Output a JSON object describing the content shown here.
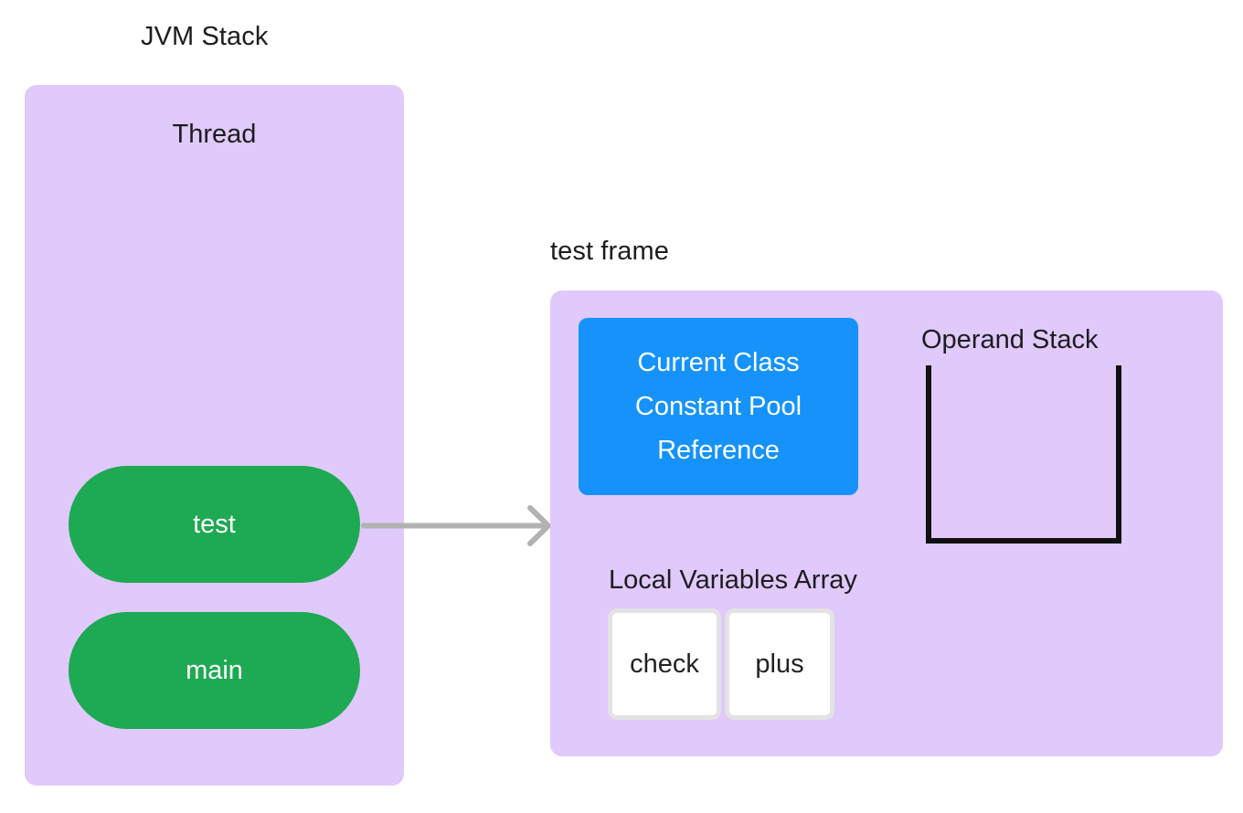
{
  "diagram": {
    "title": "JVM Stack",
    "background_color": "#ffffff"
  },
  "palette": {
    "panel_purple": "#E0C9FB",
    "frame_green": "#1EA953",
    "constant_pool_blue": "#1593FA",
    "arrow_gray": "#B2B2B2",
    "stack_black": "#1d1d1f",
    "slot_border_gray": "#E3E3E3",
    "text_dark": "#1d1d1f",
    "text_light": "#ffffff"
  },
  "thread_panel": {
    "label": "Thread",
    "frames": [
      {
        "name": "test"
      },
      {
        "name": "main"
      }
    ]
  },
  "arrow": {
    "icon": "arrow-right-icon",
    "from": "test",
    "to": "test frame"
  },
  "frame_panel": {
    "title": "test frame",
    "constant_pool": {
      "lines": [
        "Current Class",
        "Constant Pool",
        "Reference"
      ]
    },
    "operand_stack": {
      "label": "Operand Stack",
      "items": []
    },
    "local_variables": {
      "label": "Local Variables Array",
      "slots": [
        {
          "value": "check"
        },
        {
          "value": "plus"
        }
      ]
    }
  }
}
